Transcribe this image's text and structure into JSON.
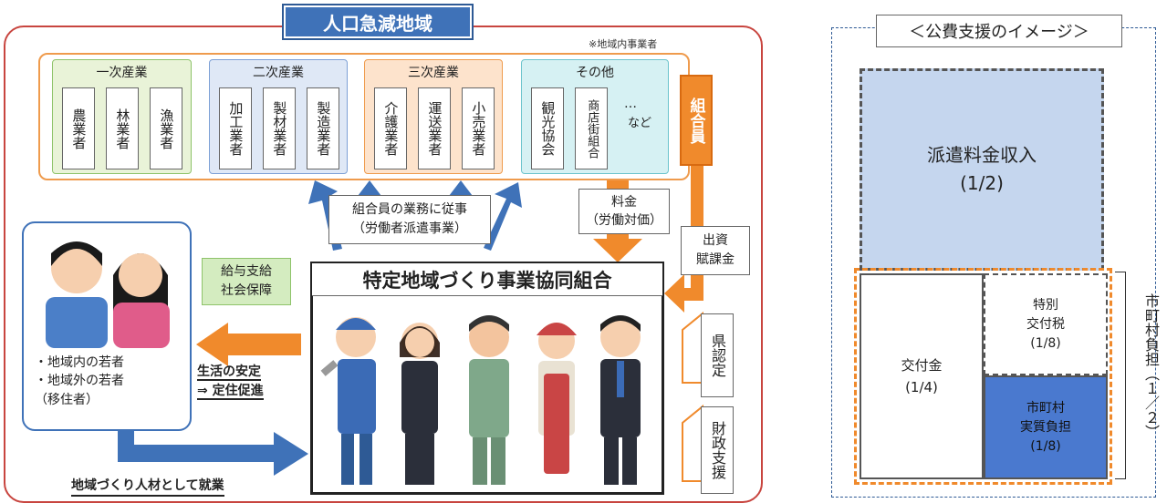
{
  "region": {
    "title": "人口急減地域",
    "note": "※地域内事業者"
  },
  "industries": [
    {
      "title": "一次産業",
      "workers": [
        "農業者",
        "林業者",
        "漁業者"
      ]
    },
    {
      "title": "二次産業",
      "workers": [
        "加工業者",
        "製材業者",
        "製造業者"
      ]
    },
    {
      "title": "三次産業",
      "workers": [
        "介護業者",
        "運送業者",
        "小売業者"
      ]
    },
    {
      "title": "その他",
      "workers": [
        "観光協会",
        "商店街組合"
      ],
      "etc_dots": "…",
      "etc_label": "など"
    }
  ],
  "members_label": "組合員",
  "labels": {
    "work_line1": "組合員の業務に従事",
    "work_line2": "（労働者派遣事業）",
    "fee_line1": "料金",
    "fee_line2": "（労働対価）",
    "invest_line1": "出資",
    "invest_line2": "賦課金",
    "welfare_line1": "給与支給",
    "welfare_line2": "社会保障",
    "stability_line1": "生活の安定",
    "stability_line2": "⇒ 定住促進",
    "employment": "地域づくり人材として就業",
    "prefecture": "県認定",
    "financial": "財政支援"
  },
  "cooperative": {
    "title": "特定地域づくり事業協同組合"
  },
  "youth": {
    "line1": "・地域内の若者",
    "line2": "・地域外の若者",
    "line3": "（移住者）"
  },
  "support": {
    "title": "＜公費支援のイメージ＞",
    "dispatch_label": "派遣料金収入",
    "dispatch_share": "(1/2)",
    "grant_label": "交付金",
    "grant_share": "(1/4)",
    "special_line1": "特別",
    "special_line2": "交付税",
    "special_share": "(1/8)",
    "actual_line1": "市町村",
    "actual_line2": "実質負担",
    "actual_share": "(1/8)",
    "municipal_burden": "市町村負担（１／２）"
  },
  "colors": {
    "region_border": "#c8453f",
    "title_blue": "#3f72b8",
    "arrow_blue": "#3f72b8",
    "arrow_orange": "#f08a2c",
    "dispatch_fill": "#c5d6ee",
    "actual_fill": "#4a79cf"
  }
}
